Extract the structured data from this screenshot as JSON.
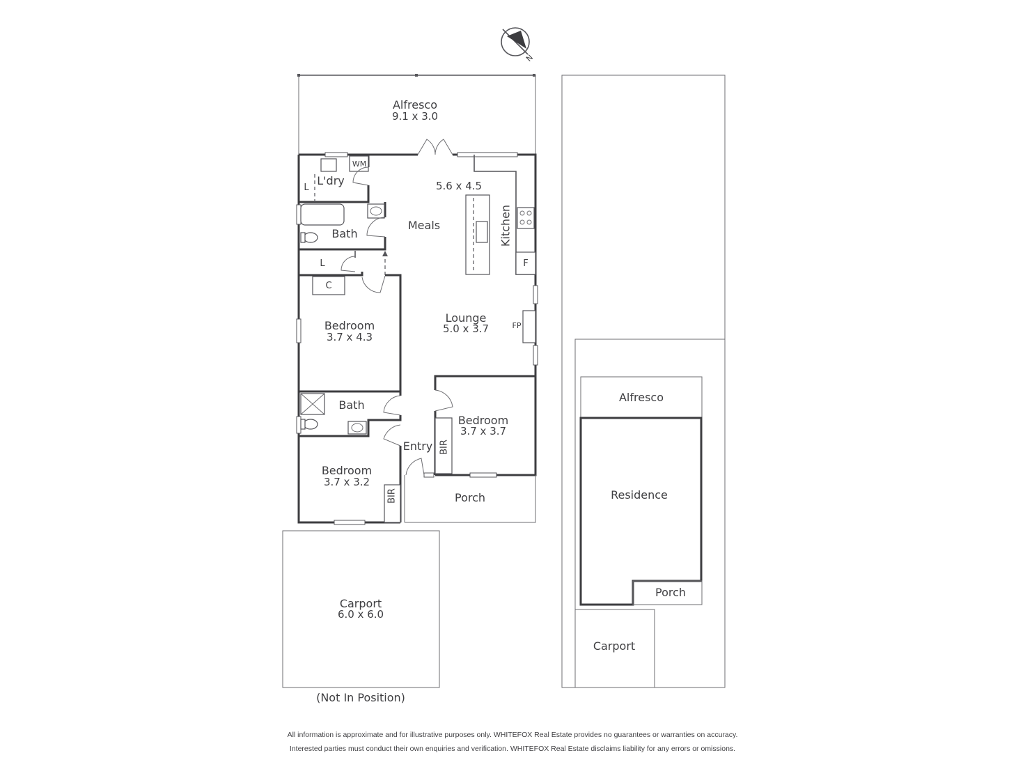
{
  "compass": {
    "north_label": "N"
  },
  "rooms": {
    "alfresco": {
      "name": "Alfresco",
      "dims": "9.1 x 3.0"
    },
    "laundry": {
      "name": "L'dry",
      "wm": "WM",
      "linen": "L"
    },
    "kitchen_meals": {
      "dims": "5.6 x 4.5",
      "meals": "Meals",
      "kitchen": "Kitchen",
      "fridge": "F"
    },
    "bath_upper": {
      "name": "Bath"
    },
    "linen_hall": {
      "name": "L"
    },
    "cupboard": {
      "name": "C"
    },
    "bedroom_main": {
      "name": "Bedroom",
      "dims": "3.7 x 4.3"
    },
    "lounge": {
      "name": "Lounge",
      "dims": "5.0 x 3.7",
      "fireplace": "FP"
    },
    "bath_lower": {
      "name": "Bath"
    },
    "bedroom_front_right": {
      "name": "Bedroom",
      "dims": "3.7 x 3.7",
      "bir": "BIR"
    },
    "entry": {
      "name": "Entry"
    },
    "bedroom_front_left": {
      "name": "Bedroom",
      "dims": "3.7 x 3.2",
      "bir": "BIR"
    },
    "porch": {
      "name": "Porch"
    },
    "carport": {
      "name": "Carport",
      "dims": "6.0 x 6.0",
      "note": "(Not In Position)"
    }
  },
  "site_plan": {
    "alfresco": "Alfresco",
    "residence": "Residence",
    "porch": "Porch",
    "carport": "Carport"
  },
  "disclaimer": {
    "line1": "All information is approximate and for illustrative purposes only. WHITEFOX Real Estate provides no guarantees or warranties on accuracy.",
    "line2": "Interested parties must conduct their own enquiries and verification. WHITEFOX Real Estate disclaims liability for any errors or omissions."
  }
}
